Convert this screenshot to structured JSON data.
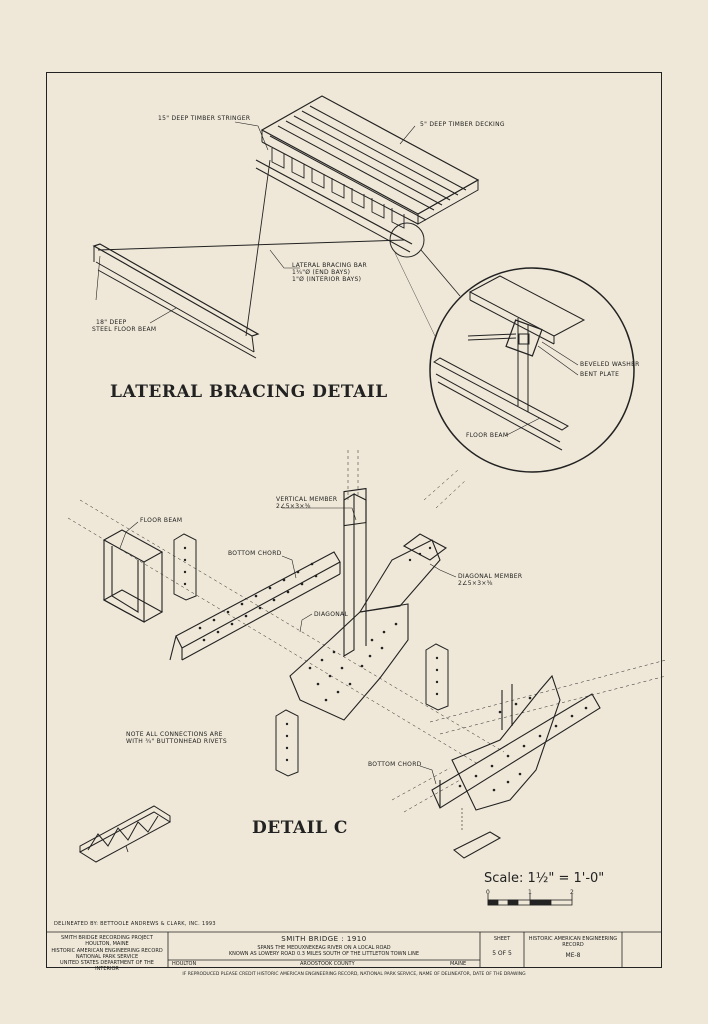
{
  "drawing": {
    "labels": {
      "stringer": "15\" deep timber stringer",
      "decking": "5\" deep timber decking",
      "bracing_bar": "Lateral bracing bar",
      "bracing_bar_end": "1¾\"Ø (end bays)",
      "bracing_bar_int": "1\"Ø (interior bays)",
      "floor_beam_a": "18\" deep",
      "floor_beam_b": "steel floor beam",
      "beveled_washer": "Beveled washer",
      "bent_plate": "Bent plate",
      "floor_beam_circle": "Floor beam",
      "vertical_member_a": "Vertical member",
      "vertical_member_b": "2∠5×3×⅜",
      "floor_beam_c": "Floor beam",
      "bottom_chord_1": "Bottom chord",
      "diagonal_member_a": "Diagonal member",
      "diagonal_member_b": "2∠5×3×⅜",
      "diagonal": "Diagonal",
      "note_a": "Note all connections are",
      "note_b": "with ¾\" buttonhead rivets",
      "bottom_chord_2": "Bottom chord"
    },
    "titles": {
      "lateral": "LATERAL BRACING DETAIL",
      "detail_c": "DETAIL C"
    },
    "scale": {
      "text": "Scale: 1½\" = 1'-0\"",
      "ticks": [
        "0",
        "1",
        "2"
      ]
    },
    "delineated": "Delineated by: Bettoole Andrews & Clark, Inc.   1993"
  },
  "title_block": {
    "left": [
      "Smith Bridge Recording Project",
      "Houlton, Maine",
      "Historic American Engineering Record",
      "National Park Service",
      "United States Department of the Interior"
    ],
    "bridge_name": "SMITH BRIDGE : 1910",
    "desc_1": "Spans the Meduxnekeag River on a local road",
    "desc_2": "known as Lowery Road 0.3 miles south of the Littleton town line",
    "town": "Houlton",
    "county": "Aroostook County",
    "state": "Maine",
    "sheet_label": "Sheet",
    "sheet_value": "5 of 5",
    "agency": "Historic American Engineering Record",
    "record_no": "ME-8",
    "credit": "If reproduced please credit Historic American Engineering Record, National Park Service, name of delineator, date of the drawing"
  }
}
